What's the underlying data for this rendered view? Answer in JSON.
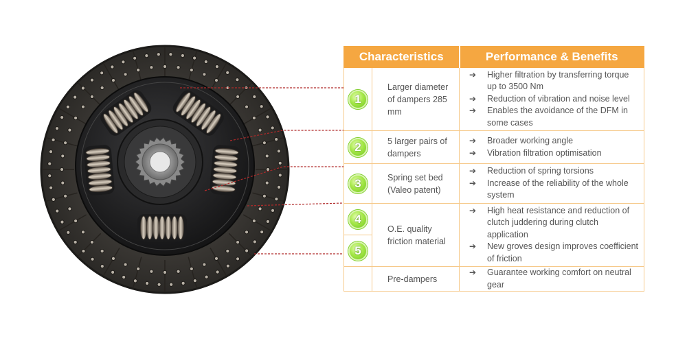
{
  "table": {
    "headers": {
      "characteristics": "Characteristics",
      "performance": "Performance & Benefits"
    },
    "rows": [
      {
        "number": "1",
        "characteristic": "Larger diameter of dampers 285 mm",
        "benefits": [
          "Higher filtration by transferring torque up to 3500 Nm",
          "Reduction of vibration and noise level",
          "Enables the avoidance of the DFM in some cases"
        ]
      },
      {
        "number": "2",
        "characteristic": "5 larger pairs of dampers",
        "benefits": [
          "Broader working angle",
          "Vibration filtration optimisation"
        ]
      },
      {
        "number": "3",
        "characteristic": "Spring set bed (Valeo patent)",
        "benefits": [
          "Reduction of spring torsions",
          "Increase of the reliability of the whole system"
        ]
      },
      {
        "number": "4",
        "characteristic": "",
        "benefits": [
          "High heat resistance and reduction of clutch juddering during clutch application"
        ]
      },
      {
        "number": "5",
        "characteristic": "O.E. quality friction material",
        "benefits": [
          "New groves design improves coefficient of friction"
        ]
      },
      {
        "number": "",
        "characteristic": "Pre-dampers",
        "benefits": [
          "Guarantee working comfort on neutral gear"
        ]
      }
    ],
    "arrow_icon": "arrow-right-icon",
    "arrow_glyph": "➔"
  },
  "colors": {
    "header_bg": "#f5a741",
    "border": "#f6c98a",
    "badge_green": "#8fd83a",
    "leader_line": "#b02a2a",
    "text": "#555555"
  }
}
